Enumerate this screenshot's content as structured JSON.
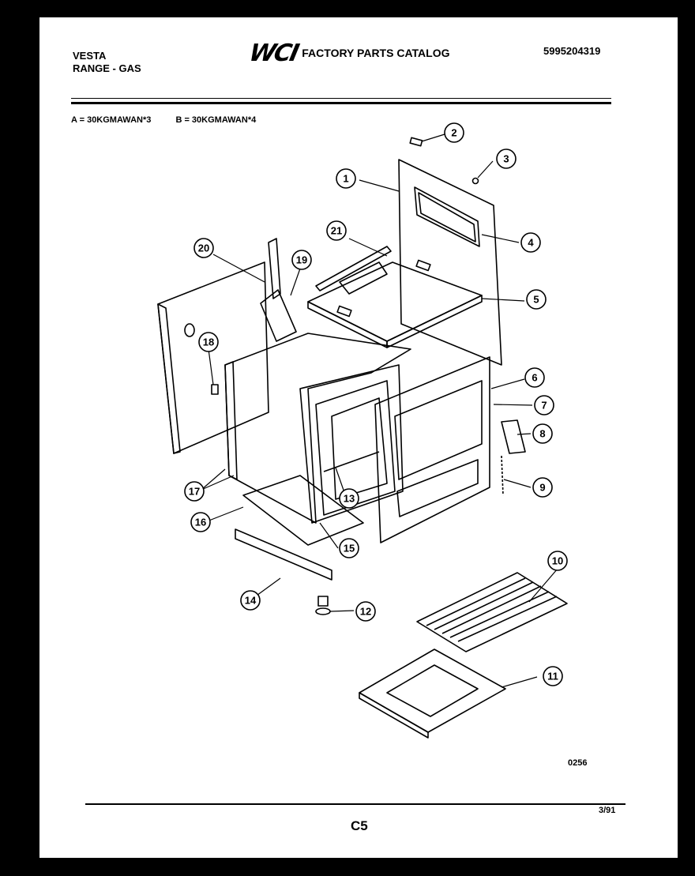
{
  "header": {
    "brand_line1": "VESTA",
    "brand_line2": "RANGE - GAS",
    "logo": "WCI",
    "catalog_title": "FACTORY PARTS CATALOG",
    "catalog_number": "5995204319"
  },
  "models": {
    "a": "A = 30KGMAWAN*3",
    "b": "B = 30KGMAWAN*4"
  },
  "callouts": [
    "1",
    "2",
    "3",
    "4",
    "5",
    "6",
    "7",
    "8",
    "9",
    "10",
    "11",
    "12",
    "13",
    "14",
    "15",
    "16",
    "17",
    "18",
    "19",
    "20",
    "21"
  ],
  "footer": {
    "drawing_code": "0256",
    "page": "C5",
    "date": "3/91"
  }
}
